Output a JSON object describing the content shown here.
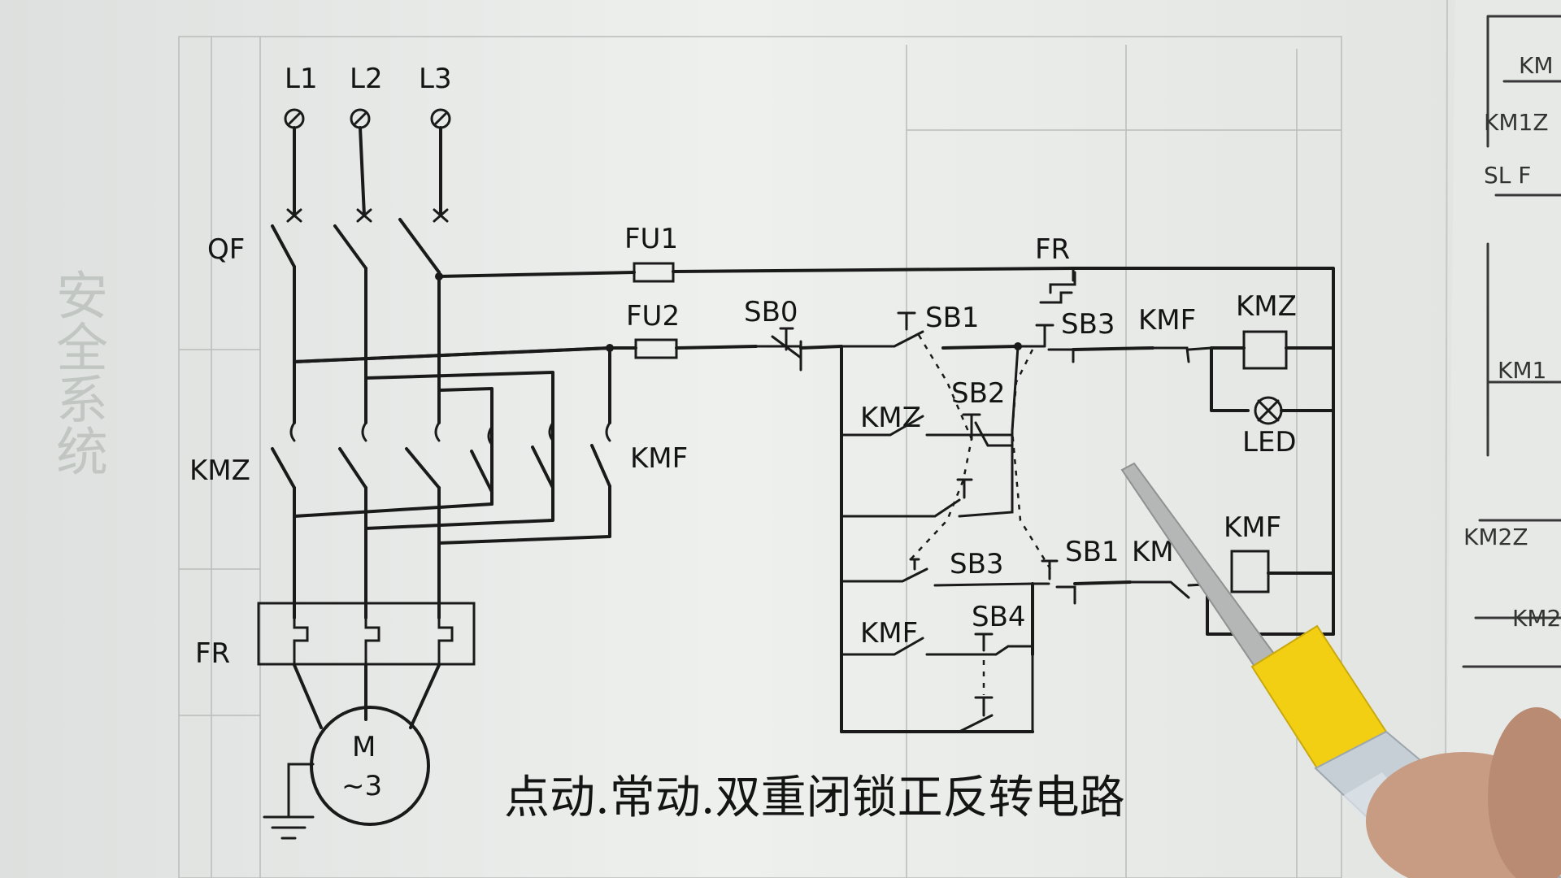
{
  "diagram": {
    "caption": "点动.常动.双重闭锁正反转电路",
    "side_text": "安全系统",
    "supply": [
      "L1",
      "L2",
      "L3"
    ],
    "main_circuit": {
      "breaker": "QF",
      "forward_contactor": "KMZ",
      "reverse_contactor": "KMF",
      "overload": "FR",
      "motor": {
        "line1": "M",
        "line2": "~3"
      }
    },
    "control_circuit": {
      "fuse1": "FU1",
      "fuse2": "FU2",
      "overload_contact": "FR",
      "stop_button": "SB0",
      "buttons": {
        "sb1_top": "SB1",
        "sb2": "SB2",
        "sb3_top": "SB3",
        "sb3_mid": "SB3",
        "sb1_mid": "SB1",
        "sb4": "SB4"
      },
      "contacts": {
        "kmz_hold": "KMZ",
        "kmf_hold": "KMF",
        "kmf_interlock": "KMF",
        "km_interlock": "KM"
      },
      "coils": {
        "forward": "KMZ",
        "reverse": "KMF"
      },
      "indicator": "LED"
    }
  },
  "colors": {
    "paper": "#eceeec",
    "ink": "#1a1a1a",
    "tester_yellow": "#f2cf12",
    "tester_blade": "#b4b7b6"
  }
}
